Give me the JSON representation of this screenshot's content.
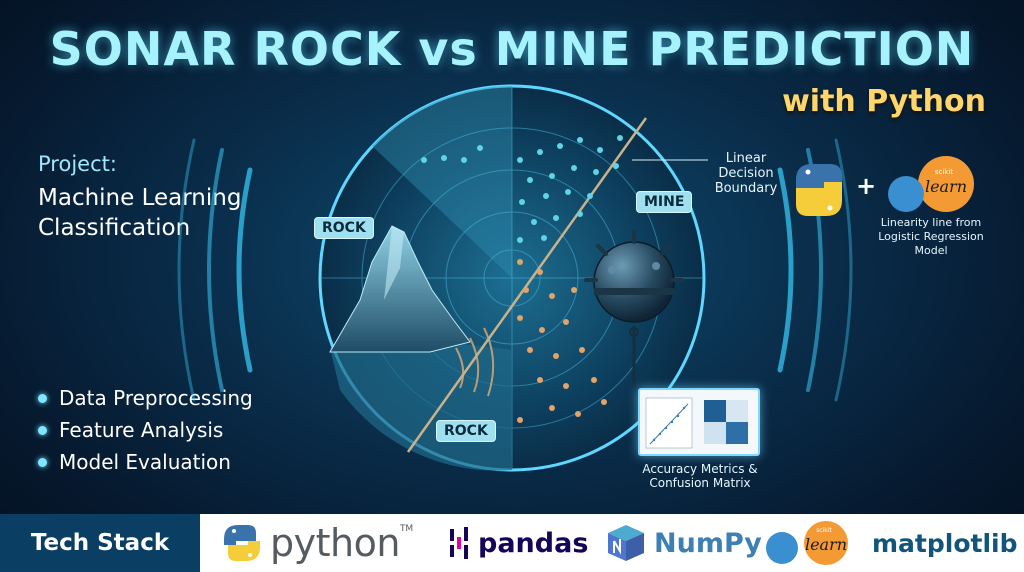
{
  "header": {
    "title": "SONAR ROCK vs MINE PREDICTION",
    "subtitle": "with Python"
  },
  "project": {
    "label": "Project:",
    "name": "Machine Learning Classification"
  },
  "features": [
    "Data Preprocessing",
    "Feature Analysis",
    "Model Evaluation"
  ],
  "radar": {
    "tags": {
      "rock_top": "ROCK",
      "rock_bottom": "ROCK",
      "mine": "MINE"
    },
    "boundary_label": "Linear Decision Boundary",
    "logistic_label": "Linearity line from Logistic Regression Model",
    "card_caption": "Accuracy Metrics & Confusion Matrix",
    "plus": "+"
  },
  "footer": {
    "label": "Tech Stack",
    "logos": {
      "python": "python",
      "python_tm": "TM",
      "pandas": "pandas",
      "numpy": "NumPy",
      "sklearn_small": "scikit",
      "sklearn": "learn",
      "matplotlib": "matplotlib"
    }
  },
  "colors": {
    "title": "#a6f2ff",
    "subtitle": "#ffd66b",
    "radar_glow": "#36c6f0",
    "mine_points": "#5fd4e6",
    "rock_points": "#e2a46a",
    "footer_bar": "#0a3e63"
  }
}
